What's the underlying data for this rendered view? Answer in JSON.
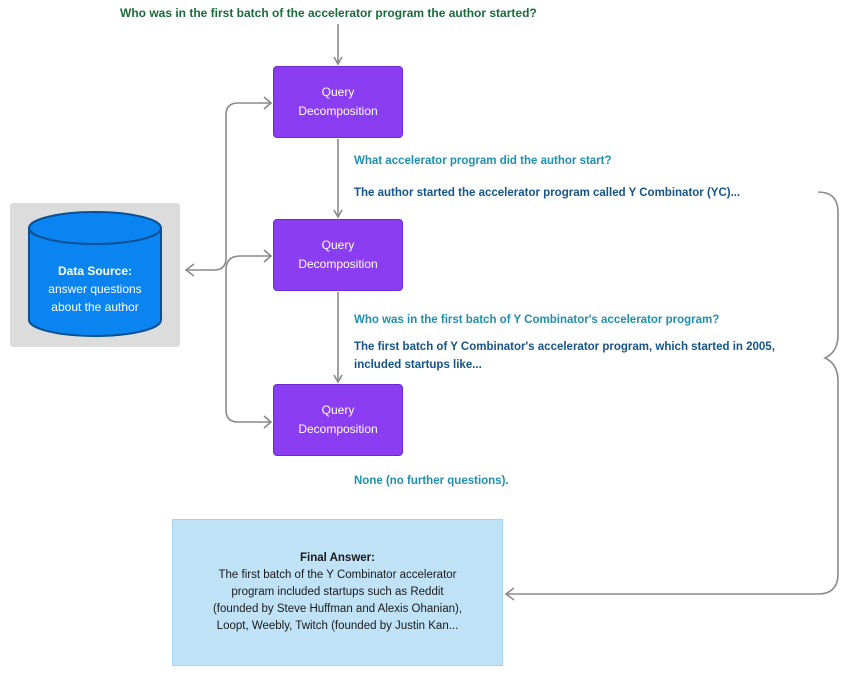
{
  "top_question": "Who was in the first batch of the accelerator program the author started?",
  "query_boxes": [
    {
      "line1": "Query",
      "line2": "Decomposition"
    },
    {
      "line1": "Query",
      "line2": "Decomposition"
    },
    {
      "line1": "Query",
      "line2": "Decomposition"
    }
  ],
  "data_source": {
    "title": "Data Source:",
    "line1": "answer questions",
    "line2": "about the author"
  },
  "steps": {
    "q1": "What accelerator program did the author start?",
    "a1": "The author started the accelerator program called Y Combinator (YC)...",
    "q2": "Who was in the first batch of Y Combinator's accelerator program?",
    "a2_line1": "The first batch of Y Combinator's accelerator program, which started in 2005,",
    "a2_line2": "included startups like...",
    "end": "None (no further questions)."
  },
  "final_answer": {
    "title": "Final Answer:",
    "lines": [
      "The first batch of the Y Combinator accelerator",
      "program included startups such as Reddit",
      "(founded by Steve Huffman and Alexis Ohanian),",
      "Loopt, Weebly, Twitch (founded by Justin Kan..."
    ]
  },
  "colors": {
    "query_box": "#8b3df2",
    "database": "#0a84f0",
    "final_box": "#bfe2f7",
    "question_text": "#1e8fb0",
    "answer_text": "#14548c",
    "top_question_text": "#1b6b3a",
    "arrow": "#8a8a8a"
  }
}
